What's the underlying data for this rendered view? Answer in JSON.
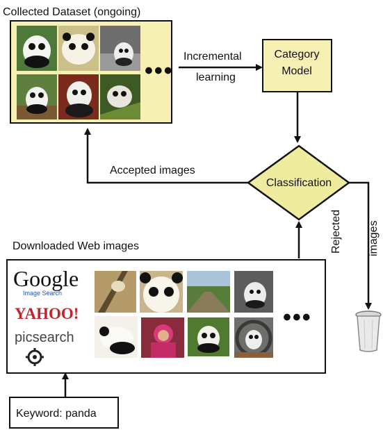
{
  "diagram": {
    "collected_title": "Collected Dataset (ongoing)",
    "downloaded_title": "Downloaded Web images",
    "category_model_line1": "Category",
    "category_model_line2": "Model",
    "classification": "Classification",
    "incremental_line1": "Incremental",
    "incremental_line2": "learning",
    "accepted": "Accepted images",
    "rejected_line1": "Rejected",
    "rejected_line2": "images",
    "keyword": "Keyword: panda",
    "ellipsis": "•••"
  },
  "logos": {
    "google": "Google",
    "google_sub": "Image Search",
    "yahoo": "YAHOO!",
    "picsearch": "picsearch"
  },
  "colors": {
    "box_fill": "#f6f0b4",
    "diamond_fill": "#efec9f",
    "stroke": "#111111"
  }
}
